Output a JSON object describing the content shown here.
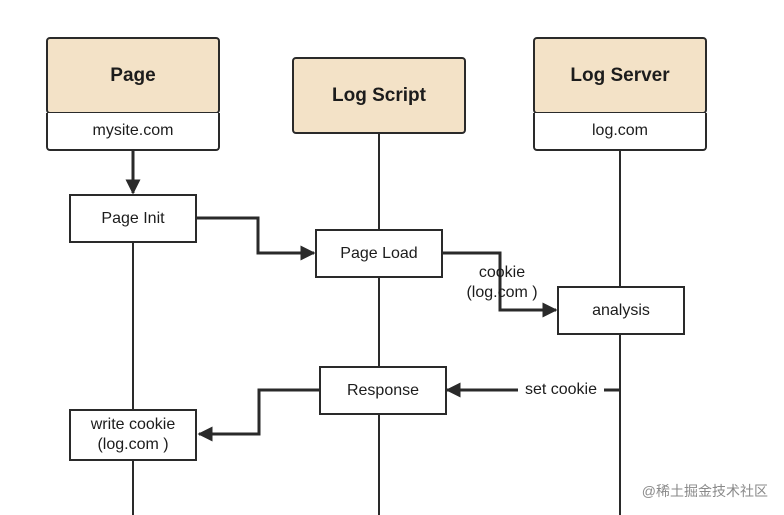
{
  "lanes": {
    "page": {
      "title": "Page",
      "host": "mysite.com"
    },
    "log_script": {
      "title": "Log Script"
    },
    "log_server": {
      "title": "Log Server",
      "host": "log.com"
    }
  },
  "steps": {
    "page_init": "Page Init",
    "page_load": "Page Load",
    "analysis": "analysis",
    "response": "Response",
    "write_cookie": {
      "line1": "write cookie",
      "line2": "(log.com )"
    }
  },
  "edges": {
    "cookie": {
      "line1": "cookie",
      "line2": "(log.com )"
    },
    "set_cookie": "set cookie"
  },
  "watermark": "@稀土掘金技术社区",
  "colors": {
    "header_fill": "#f3e2c7",
    "stroke": "#2a2a2a"
  }
}
